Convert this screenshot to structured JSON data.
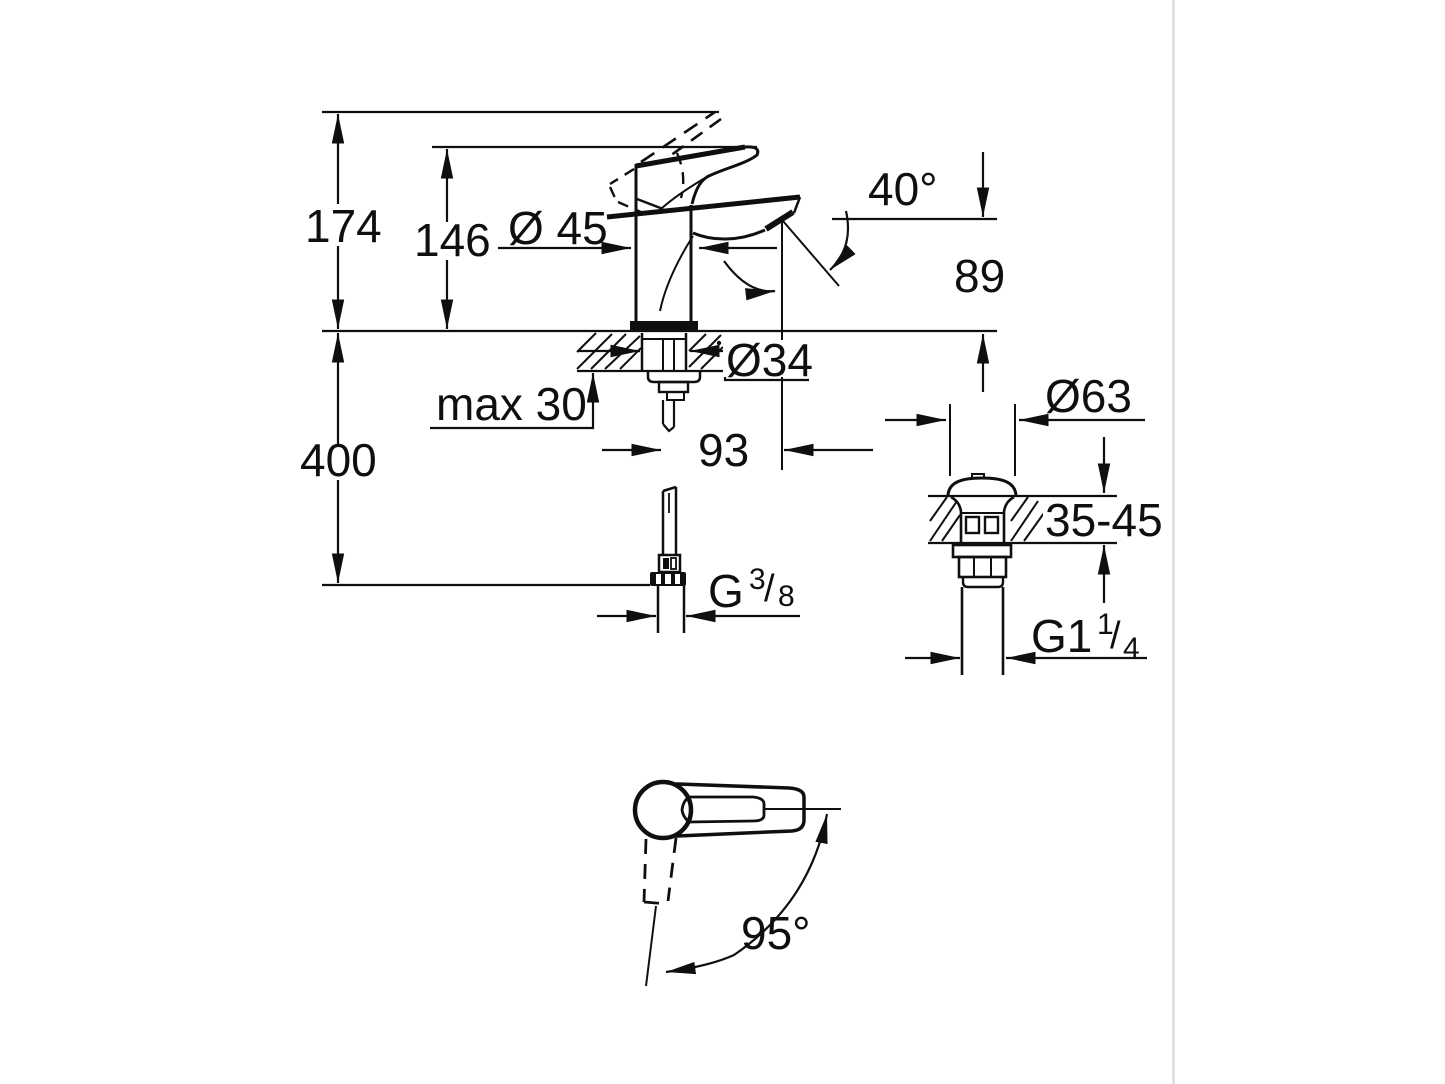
{
  "page": {
    "background": "#ffffff",
    "ink": "#0f0f0f",
    "divider_color": "#dcdcdc"
  },
  "views": {
    "main": {
      "overall_height": "174",
      "height_to_handle": "146",
      "body_diameter": "Ø 45",
      "aerator_angle": "40°",
      "spout_height": "89",
      "mounting_hole_diameter": "Ø34",
      "max_deck_thickness": "max 30",
      "spout_reach": "93",
      "hose_length": "400",
      "supply_thread": {
        "prefix": "G",
        "numerator": "3",
        "slash": "/",
        "denominator": "8"
      }
    },
    "waste": {
      "flange_diameter": "Ø63",
      "deck_thickness_range": "35-45",
      "thread": {
        "prefix": "G1",
        "numerator": "1",
        "slash": "/",
        "denominator": "4"
      }
    },
    "handle": {
      "swing_angle": "95°"
    }
  }
}
